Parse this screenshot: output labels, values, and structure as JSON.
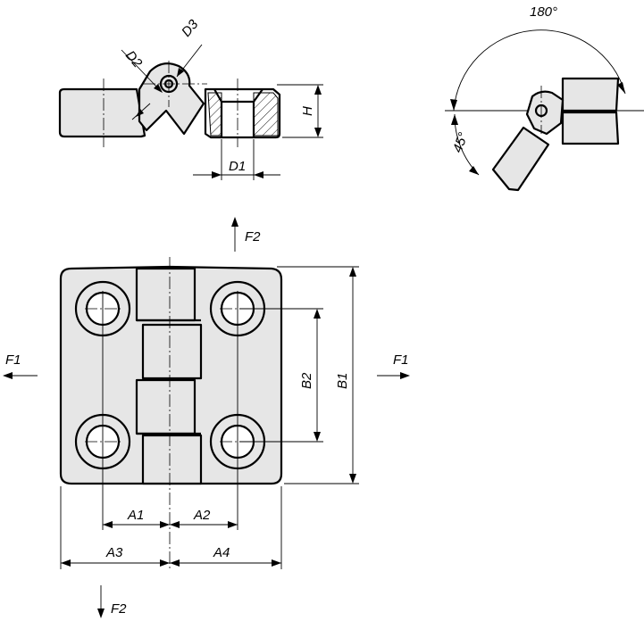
{
  "labels": {
    "d2": "D2",
    "d3": "D3",
    "h": "H",
    "d1": "D1",
    "angle_180": "180°",
    "angle_45": "45°",
    "f2_top": "F2",
    "f2_bottom": "F2",
    "f1_left": "F1",
    "f1_right": "F1",
    "b2": "B2",
    "b1": "B1",
    "a1": "A1",
    "a2": "A2",
    "a3": "A3",
    "a4": "A4"
  },
  "colors": {
    "part_fill": "#e6e6e6",
    "line": "#000000"
  }
}
